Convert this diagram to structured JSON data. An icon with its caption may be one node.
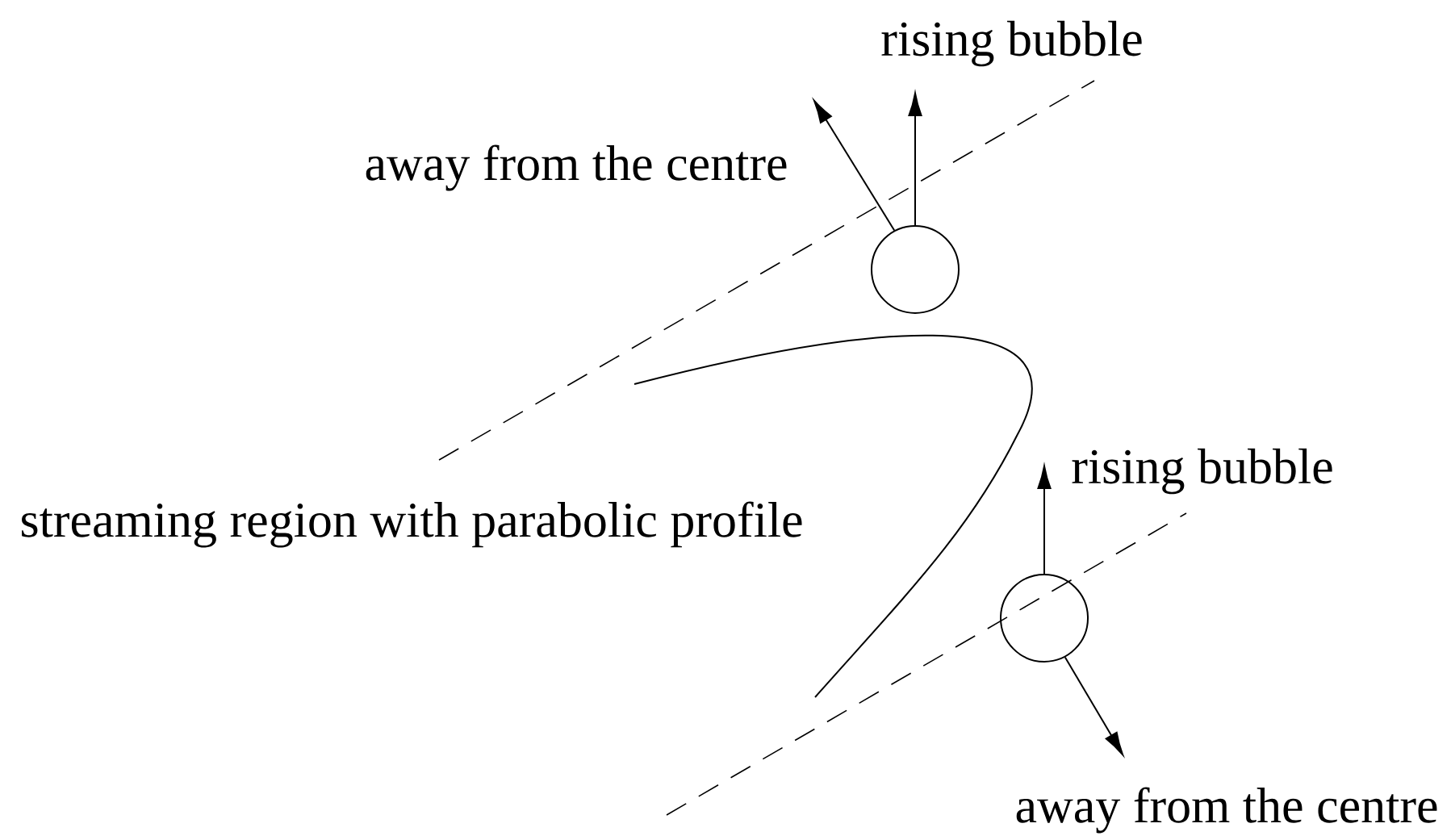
{
  "diagram": {
    "nodes": [
      {
        "text": [],
        "shape": "circle"
      },
      {
        "text": [],
        "shape": "circle"
      }
    ],
    "edges": [
      {
        "from": 0,
        "to": null,
        "arrow": "to",
        "label": "rising bubble"
      },
      {
        "from": 0,
        "to": null,
        "arrow": "to",
        "label": "away from the centre"
      },
      {
        "from": 1,
        "to": null,
        "arrow": "to",
        "label": "rising bubble"
      },
      {
        "from": 1,
        "to": null,
        "arrow": "to",
        "label": "away from the centre"
      }
    ],
    "labels": [
      "streaming region with parabolic profile"
    ]
  }
}
